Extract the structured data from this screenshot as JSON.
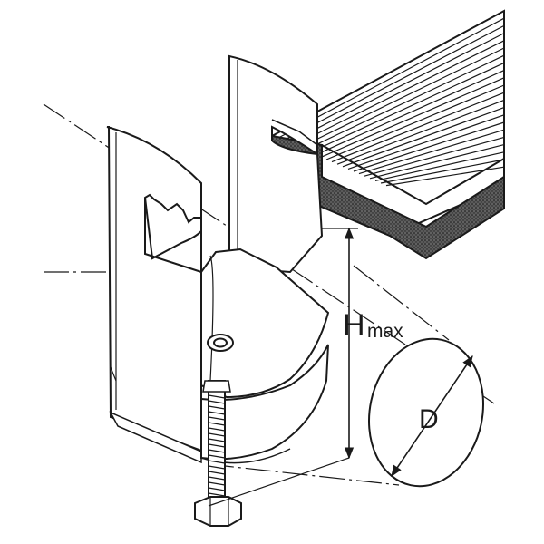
{
  "labels": {
    "height_main": "H",
    "height_sub": "max",
    "diameter": "D"
  },
  "colors": {
    "line": "#1a1a1a",
    "fill": "#ffffff",
    "hatch": "#8a8a8a",
    "foam": "#3a3a3a"
  },
  "icons": {
    "bracket": "beam-clamp-bracket",
    "bolt": "hex-bolt",
    "beam": "ribbed-beam-flange",
    "pipe": "round-pipe"
  }
}
